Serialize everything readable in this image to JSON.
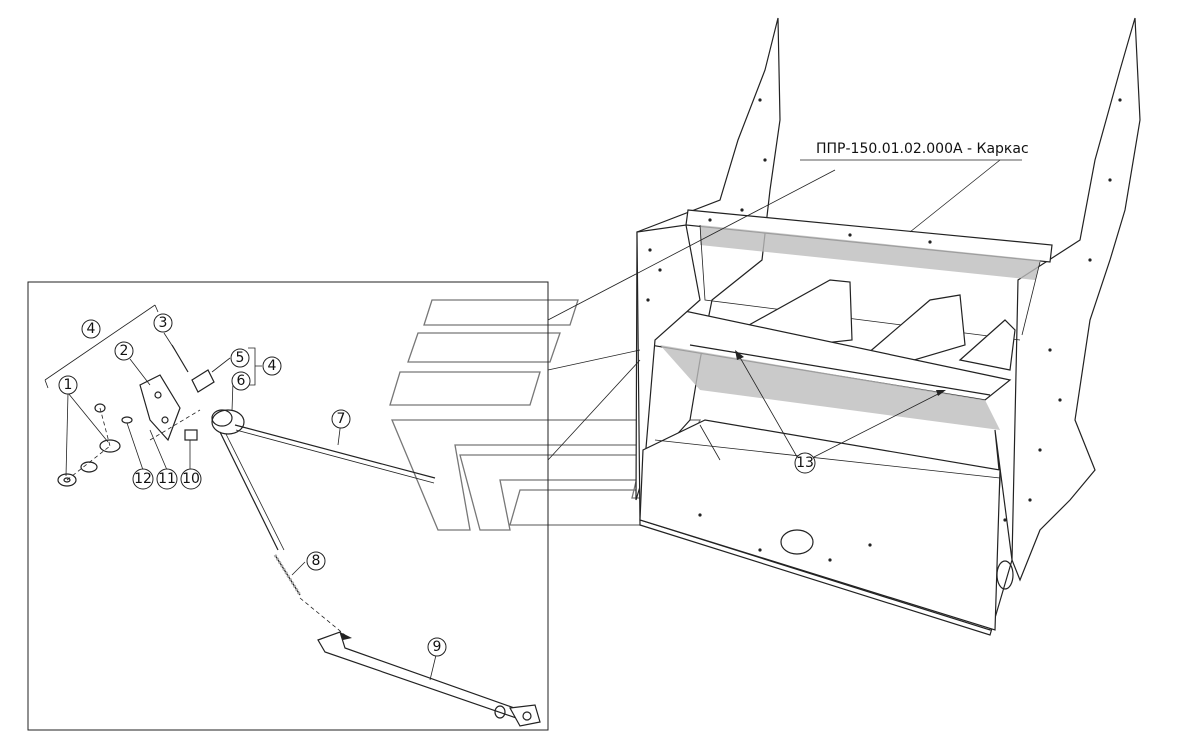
{
  "frame_label": "ППР-150.01.02.000А - Каркас",
  "callouts": {
    "c1": "1",
    "c2": "2",
    "c3": "3",
    "c4a": "4",
    "c4b": "4",
    "c5": "5",
    "c6": "6",
    "c7": "7",
    "c8": "8",
    "c9": "9",
    "c10": "10",
    "c11": "11",
    "c12": "12",
    "c13": "13"
  }
}
